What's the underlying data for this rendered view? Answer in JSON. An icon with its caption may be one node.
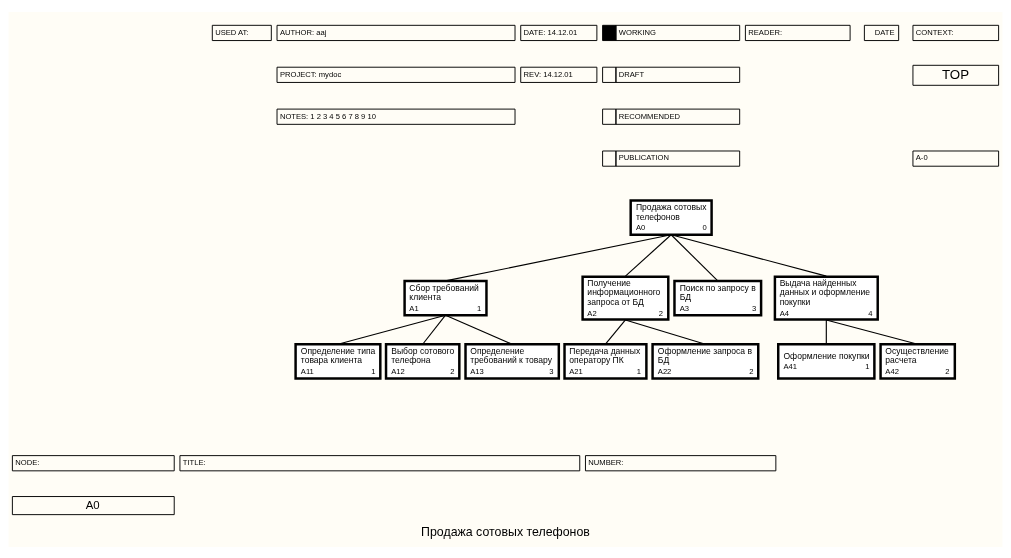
{
  "diagram": {
    "title": "Продажа сотовых телефонов",
    "nodes": [
      {
        "text": [
          "Продажа сотовых телефонов",
          "A0",
          "0"
        ]
      },
      {
        "text": [
          "Сбор требований клиента",
          "A1",
          "1"
        ]
      },
      {
        "text": [
          "Получение информационного запроса от БД",
          "A2",
          "2"
        ]
      },
      {
        "text": [
          "Поиск по запросу в БД",
          "A3",
          "3"
        ]
      },
      {
        "text": [
          "Выдача найденных данных и оформление покупки",
          "A4",
          "4"
        ]
      },
      {
        "text": [
          "Определение типа товара клиента",
          "A11",
          "1"
        ]
      },
      {
        "text": [
          "Выбор сотового телефона",
          "A12",
          "2"
        ]
      },
      {
        "text": [
          "Определение требований к товару",
          "A13",
          "3"
        ]
      },
      {
        "text": [
          "Передача данных оператору ПК",
          "A21",
          "1"
        ]
      },
      {
        "text": [
          "Оформление запроса в БД",
          "A22",
          "2"
        ]
      },
      {
        "text": [
          "Оформление покупки",
          "A41",
          "1"
        ]
      },
      {
        "text": [
          "Осуществление расчета",
          "A42",
          "2"
        ]
      }
    ],
    "edges": [
      {
        "from": 0,
        "to": 1,
        "arrow": "none"
      },
      {
        "from": 0,
        "to": 2,
        "arrow": "none"
      },
      {
        "from": 0,
        "to": 3,
        "arrow": "none"
      },
      {
        "from": 0,
        "to": 4,
        "arrow": "none"
      },
      {
        "from": 1,
        "to": 5,
        "arrow": "none"
      },
      {
        "from": 1,
        "to": 6,
        "arrow": "none"
      },
      {
        "from": 1,
        "to": 7,
        "arrow": "none"
      },
      {
        "from": 2,
        "to": 8,
        "arrow": "none"
      },
      {
        "from": 2,
        "to": 9,
        "arrow": "none"
      },
      {
        "from": 4,
        "to": 10,
        "arrow": "none"
      },
      {
        "from": 4,
        "to": 11,
        "arrow": "none"
      }
    ],
    "labels": [
      "USED AT:",
      "AUTHOR: aaj",
      "DATE: 14.12.01",
      "PROJECT: mydoc",
      "REV: 14.12.01",
      "NOTES: 1 2 3 4 5 6 7 8 9 10",
      "WORKING",
      "DRAFT",
      "RECOMMENDED",
      "PUBLICATION",
      "READER:",
      "DATE",
      "CONTEXT:",
      "TOP",
      "A-0",
      "NODE:",
      "TITLE:",
      "NUMBER:",
      "A0"
    ]
  }
}
